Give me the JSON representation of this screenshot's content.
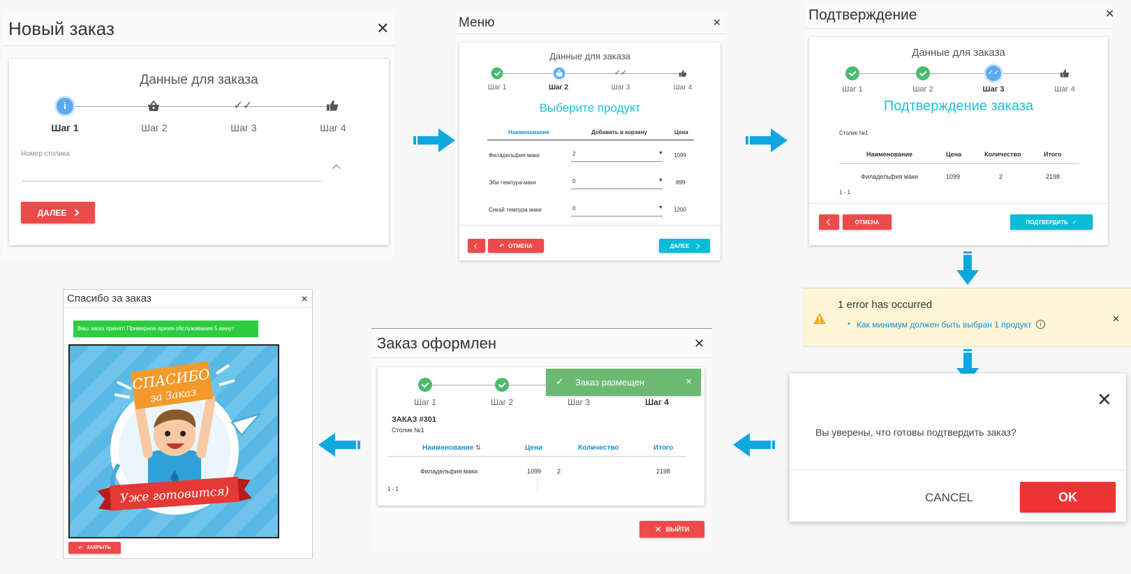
{
  "colors": {
    "accent": "#1cc0e0",
    "red": "#ef4a4a",
    "green": "#4cba6f",
    "blue_step": "#5aaaf0",
    "arrow": "#0ea7e0",
    "warning_bg": "#fdf5d6",
    "warning_icon": "#f2b01e",
    "success_toast": "#6cb974",
    "success_banner": "#2ecc40"
  },
  "p1": {
    "title": "Новый заказ",
    "close": "✕",
    "card_title": "Данные для заказа",
    "steps": [
      "Шаг 1",
      "Шаг 2",
      "Шаг 3",
      "Шаг 4"
    ],
    "field_label": "Номер столика",
    "next_label": "ДАЛЕЕ"
  },
  "p2": {
    "title": "Меню",
    "close": "✕",
    "card_title": "Данные для заказа",
    "steps": [
      "Шаг 1",
      "Шаг 2",
      "Шаг 3",
      "Шаг 4"
    ],
    "heading": "Выберите продукт",
    "columns": [
      "Наименование",
      "Добавить в корзину",
      "Цена"
    ],
    "rows": [
      {
        "name": "Филадельфия маки",
        "qty": "2",
        "price": "1099"
      },
      {
        "name": "Эби темпура маки",
        "qty": "0",
        "price": "899"
      },
      {
        "name": "Сикай темпура маки",
        "qty": "0",
        "price": "1200"
      }
    ],
    "cancel_label": "ОТМЕНА",
    "next_label": "ДАЛЕЕ"
  },
  "p3": {
    "title": "Подтверждение",
    "close": "✕",
    "card_title": "Данные для заказа",
    "steps": [
      "Шаг 1",
      "Шаг 2",
      "Шаг 3",
      "Шаг 4"
    ],
    "heading": "Подтверждение заказа",
    "table_label": "Столик №1",
    "columns": [
      "Наименование",
      "Цена",
      "Количество",
      "Итого"
    ],
    "row": {
      "name": "Филадельфия маки",
      "price": "1099",
      "qty": "2",
      "total": "2198"
    },
    "paging": "1 - 1",
    "cancel_label": "ОТМЕНА",
    "confirm_label": "ПОДТВЕРДИТЬ"
  },
  "error": {
    "title": "1 error has occurred",
    "message": "Как минимум должен быть выбран 1 продукт",
    "close": "✕"
  },
  "confirm": {
    "close": "✕",
    "question": "Вы уверены, что готовы подтвердить заказ?",
    "cancel_label": "CANCEL",
    "ok_label": "OK"
  },
  "p5": {
    "title": "Заказ оформлен",
    "close": "✕",
    "steps": [
      "Шаг 1",
      "Шаг 2",
      "Шаг 3",
      "Шаг 4"
    ],
    "toast": "Заказ размещен",
    "toast_close": "✕",
    "order_no": "ЗАКАЗ #301",
    "table_label": "Столик №1",
    "columns": [
      "Наименование",
      "Цена",
      "Количество",
      "Итого"
    ],
    "sort_glyph": "⇅",
    "row": {
      "name": "Филадельфия маки",
      "price": "1099",
      "qty": "2",
      "total": "2198"
    },
    "paging": "1 - 1",
    "exit_label": "ВЫЙТИ"
  },
  "p6": {
    "title": "Спасибо за заказ",
    "close": "✕",
    "banner": "Ваш заказ принят! Примерное время обслуживания 5 минут",
    "sign_line1": "СПАСИБО",
    "sign_line2": "за Заказ",
    "ribbon": "Уже готовится)",
    "close_label": "ЗАКРЫТЬ"
  }
}
